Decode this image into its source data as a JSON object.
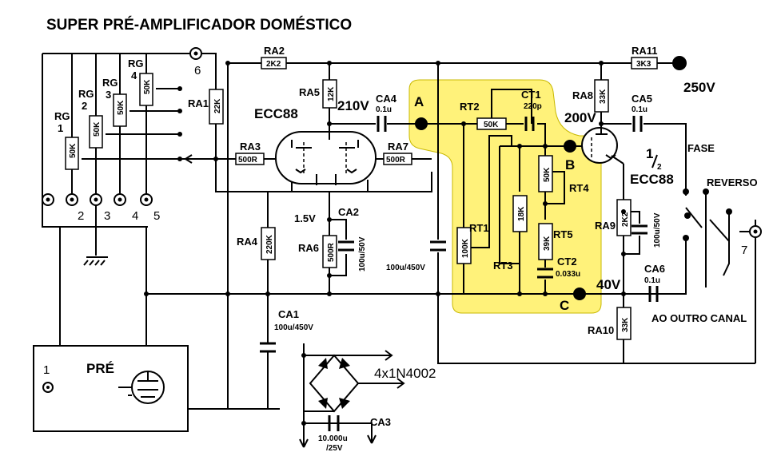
{
  "title": "SUPER PRÉ-AMPLIFICADOR DOMÉSTICO",
  "colors": {
    "highlight": "#fff27a",
    "highlight_stroke": "#c8b800",
    "wire": "#000000",
    "background": "#ffffff"
  },
  "resistors": {
    "rg1": {
      "name": "RG\n1",
      "value": "50K"
    },
    "rg2": {
      "name": "RG\n2",
      "value": "50K"
    },
    "rg3": {
      "name": "RG\n3",
      "value": "50K"
    },
    "rg4": {
      "name": "RG\n4",
      "value": "50K"
    },
    "ra1": {
      "name": "RA1",
      "value": "22K"
    },
    "ra2": {
      "name": "RA2",
      "value": "2K2"
    },
    "ra3": {
      "name": "RA3",
      "value": "500R"
    },
    "ra4": {
      "name": "RA4",
      "value": "220K"
    },
    "ra5": {
      "name": "RA5",
      "value": "12K"
    },
    "ra6": {
      "name": "RA6",
      "value": "500R"
    },
    "ra7": {
      "name": "RA7",
      "value": "500R"
    },
    "ra8": {
      "name": "RA8",
      "value": "33K"
    },
    "ra9": {
      "name": "RA9",
      "value": "2K2"
    },
    "ra10": {
      "name": "RA10",
      "value": "33K"
    },
    "ra11": {
      "name": "RA11",
      "value": "3K3"
    },
    "rt1": {
      "name": "RT1",
      "value": "100K"
    },
    "rt2": {
      "name": "RT2",
      "value": "50K"
    },
    "rt3": {
      "name": "RT3",
      "value": "18K"
    },
    "rt4": {
      "name": "RT4",
      "value": "50K"
    },
    "rt5": {
      "name": "RT5",
      "value": "39K"
    }
  },
  "capacitors": {
    "ca1": {
      "name": "CA1",
      "value": "100u/450V"
    },
    "ca2": {
      "name": "CA2",
      "value": "100u/50V"
    },
    "ca3": {
      "name": "CA3",
      "value": "10.000u\n/25V"
    },
    "ca4": {
      "name": "CA4",
      "value": "0.1u"
    },
    "ca5": {
      "name": "CA5",
      "value": "0.1u"
    },
    "ca6": {
      "name": "CA6",
      "value": "0.1u"
    },
    "ct1": {
      "name": "CT1",
      "value": "220p"
    },
    "ct2": {
      "name": "CT2",
      "value": "0.033u"
    },
    "ra9_cap": {
      "value": "100u/50V"
    },
    "main_cap": {
      "value": "100u/450V"
    }
  },
  "tubes": {
    "ecc88_main": "ECC88",
    "ecc88_half_fraction_num": "1",
    "ecc88_half_fraction_den": "2",
    "ecc88_half": "ECC88",
    "pre": "PRÉ"
  },
  "voltages": {
    "v250": "250V",
    "v210": "210V",
    "v200": "200V",
    "v40": "40V",
    "v15": "1.5V"
  },
  "nodes": {
    "a": "A",
    "b": "B",
    "c": "C"
  },
  "pins": {
    "p1": "1",
    "p2": "2",
    "p3": "3",
    "p4": "4",
    "p5": "5",
    "p6": "6",
    "p7": "7"
  },
  "labels": {
    "fase": "FASE",
    "reverso": "REVERSO",
    "outro_canal": "AO OUTRO CANAL",
    "diodes": "4x1N4002"
  }
}
